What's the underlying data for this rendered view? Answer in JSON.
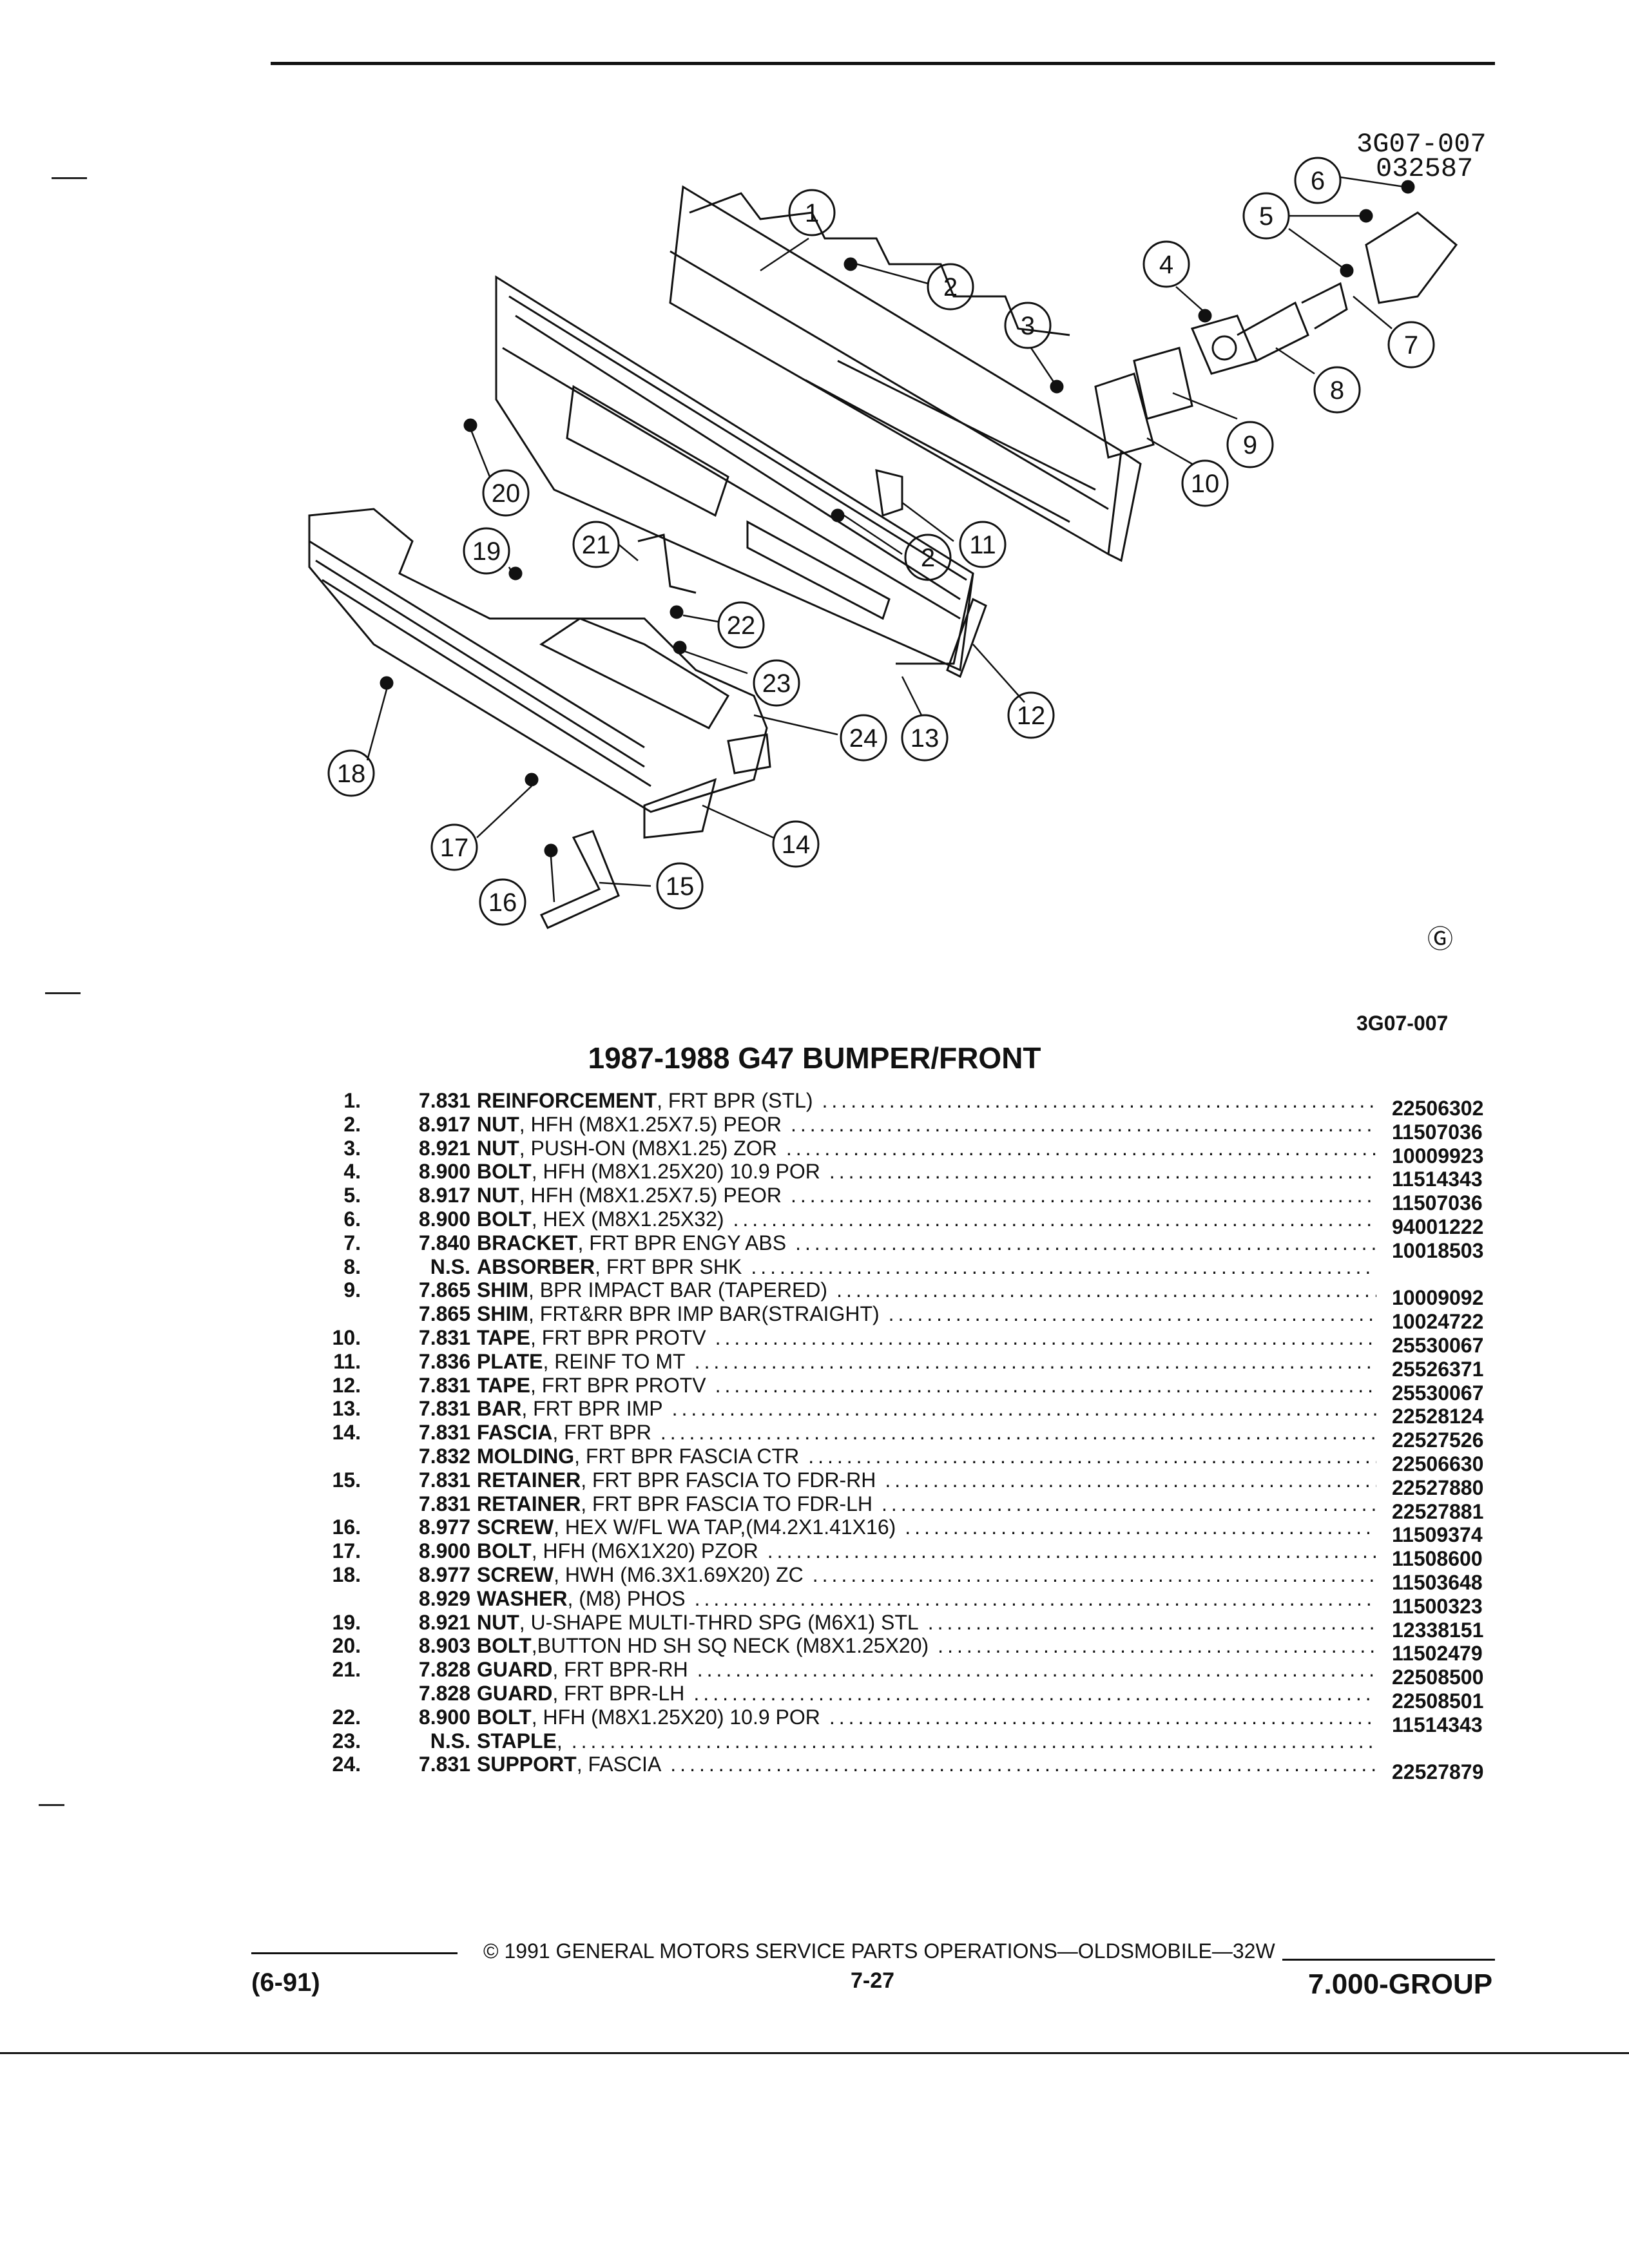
{
  "figure": {
    "code_top": "3G07-007",
    "code_date": "032587",
    "code_bottom": "3G07-007",
    "logo": "GM-logo"
  },
  "callouts": [
    "1",
    "2",
    "3",
    "4",
    "5",
    "6",
    "7",
    "8",
    "9",
    "10",
    "11",
    "2",
    "12",
    "13",
    "14",
    "15",
    "16",
    "17",
    "18",
    "19",
    "20",
    "21",
    "22",
    "23",
    "24"
  ],
  "title": "1987-1988 G47 BUMPER/FRONT",
  "parts": [
    {
      "num": "1.",
      "code": "7.831",
      "name": "REINFORCEMENT",
      "detail": " , FRT BPR (STL)",
      "part": "22506302"
    },
    {
      "num": "2.",
      "code": "8.917",
      "name": "NUT",
      "detail": " , HFH (M8X1.25X7.5) PEOR",
      "part": "11507036"
    },
    {
      "num": "3.",
      "code": "8.921",
      "name": "NUT",
      "detail": " , PUSH-ON (M8X1.25) ZOR",
      "part": "10009923"
    },
    {
      "num": "4.",
      "code": "8.900",
      "name": "BOLT",
      "detail": " , HFH (M8X1.25X20) 10.9 POR",
      "part": "11514343"
    },
    {
      "num": "5.",
      "code": "8.917",
      "name": "NUT",
      "detail": " , HFH (M8X1.25X7.5) PEOR",
      "part": "11507036"
    },
    {
      "num": "6.",
      "code": "8.900",
      "name": "BOLT",
      "detail": " , HEX (M8X1.25X32)",
      "part": "94001222"
    },
    {
      "num": "7.",
      "code": "7.840",
      "name": "BRACKET",
      "detail": " , FRT BPR ENGY ABS",
      "part": "10018503"
    },
    {
      "num": "8.",
      "code": "N.S.",
      "name": "ABSORBER",
      "detail": " , FRT BPR SHK",
      "part": ""
    },
    {
      "num": "9.",
      "code": "7.865",
      "name": "SHIM",
      "detail": " , BPR IMPACT BAR (TAPERED)",
      "part": "10009092"
    },
    {
      "num": "",
      "code": "7.865",
      "name": "SHIM",
      "detail": " , FRT&RR BPR IMP BAR(STRAIGHT)",
      "part": "10024722"
    },
    {
      "num": "10.",
      "code": "7.831",
      "name": "TAPE",
      "detail": " , FRT BPR PROTV",
      "part": "25530067"
    },
    {
      "num": "11.",
      "code": "7.836",
      "name": "PLATE",
      "detail": " , REINF TO MT",
      "part": "25526371"
    },
    {
      "num": "12.",
      "code": "7.831",
      "name": "TAPE",
      "detail": " , FRT BPR PROTV",
      "part": "25530067"
    },
    {
      "num": "13.",
      "code": "7.831",
      "name": "BAR",
      "detail": " , FRT BPR IMP",
      "part": "22528124"
    },
    {
      "num": "14.",
      "code": "7.831",
      "name": "FASCIA",
      "detail": " , FRT BPR",
      "part": "22527526"
    },
    {
      "num": "",
      "code": "7.832",
      "name": "MOLDING",
      "detail": " , FRT BPR FASCIA CTR",
      "part": "22506630"
    },
    {
      "num": "15.",
      "code": "7.831",
      "name": "RETAINER",
      "detail": " , FRT BPR FASCIA TO FDR-RH",
      "part": "22527880"
    },
    {
      "num": "",
      "code": "7.831",
      "name": "RETAINER",
      "detail": " , FRT BPR FASCIA TO FDR-LH",
      "part": "22527881"
    },
    {
      "num": "16.",
      "code": "8.977",
      "name": "SCREW",
      "detail": " , HEX W/FL WA TAP,(M4.2X1.41X16)",
      "part": "11509374"
    },
    {
      "num": "17.",
      "code": "8.900",
      "name": "BOLT",
      "detail": " , HFH (M6X1X20) PZOR",
      "part": "11508600"
    },
    {
      "num": "18.",
      "code": "8.977",
      "name": "SCREW",
      "detail": " , HWH (M6.3X1.69X20) ZC",
      "part": "11503648"
    },
    {
      "num": "",
      "code": "8.929",
      "name": "WASHER",
      "detail": " , (M8) PHOS",
      "part": "11500323"
    },
    {
      "num": "19.",
      "code": "8.921",
      "name": "NUT",
      "detail": " , U-SHAPE MULTI-THRD SPG (M6X1) STL",
      "part": "12338151"
    },
    {
      "num": "20.",
      "code": "8.903",
      "name": "BOLT",
      "detail": " ,BUTTON HD SH SQ NECK (M8X1.25X20)",
      "part": "11502479"
    },
    {
      "num": "21.",
      "code": "7.828",
      "name": "GUARD",
      "detail": " , FRT BPR-RH",
      "part": "22508500"
    },
    {
      "num": "",
      "code": "7.828",
      "name": "GUARD",
      "detail": " , FRT BPR-LH",
      "part": "22508501"
    },
    {
      "num": "22.",
      "code": "8.900",
      "name": "BOLT",
      "detail": " , HFH (M8X1.25X20) 10.9 POR",
      "part": "11514343"
    },
    {
      "num": "23.",
      "code": "N.S.",
      "name": "STAPLE",
      "detail": " ,",
      "part": ""
    },
    {
      "num": "24.",
      "code": "7.831",
      "name": "SUPPORT",
      "detail": " , FASCIA",
      "part": "22527879"
    }
  ],
  "footer": {
    "copyright": "© 1991 GENERAL MOTORS SERVICE PARTS OPERATIONS—OLDSMOBILE—32W",
    "date": "(6-91)",
    "page": "7-27",
    "group": "7.000-GROUP"
  }
}
